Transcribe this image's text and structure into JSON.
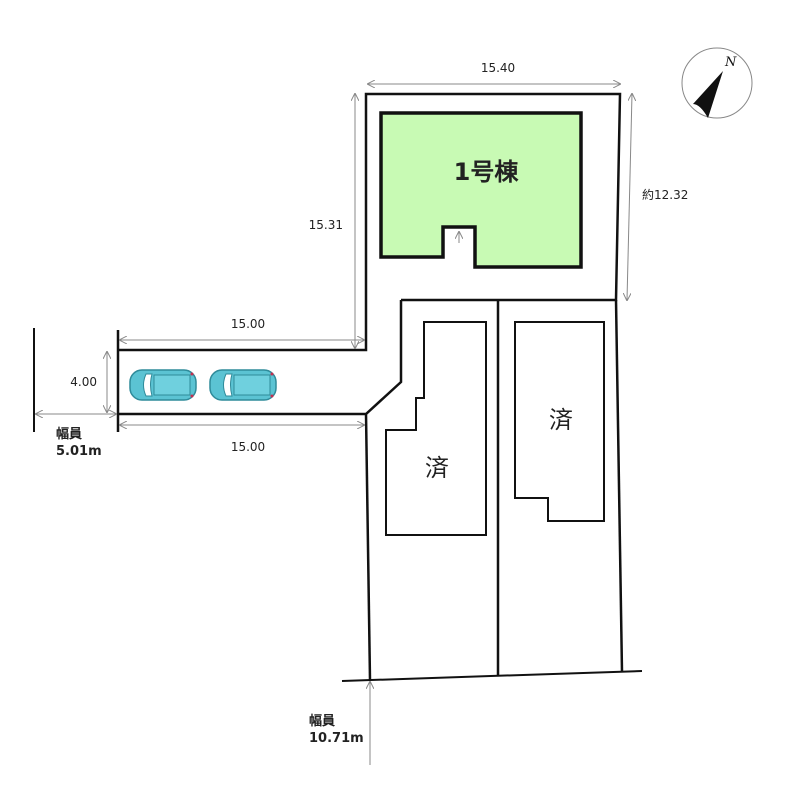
{
  "building": {
    "label": "1号棟",
    "fill": "#c8fab4"
  },
  "sold_labels": [
    "済",
    "済"
  ],
  "dimensions": {
    "top_width": "15.40",
    "right_depth": "約12.32",
    "left_depth": "15.31",
    "pole_top": "15.00",
    "pole_bottom": "15.00",
    "pole_width": "4.00"
  },
  "roads": [
    {
      "label": "幅員",
      "width": "5.01m"
    },
    {
      "label": "幅員",
      "width": "10.71m"
    }
  ],
  "compass": {
    "label": "N"
  },
  "car_color": "#5bc3d3"
}
